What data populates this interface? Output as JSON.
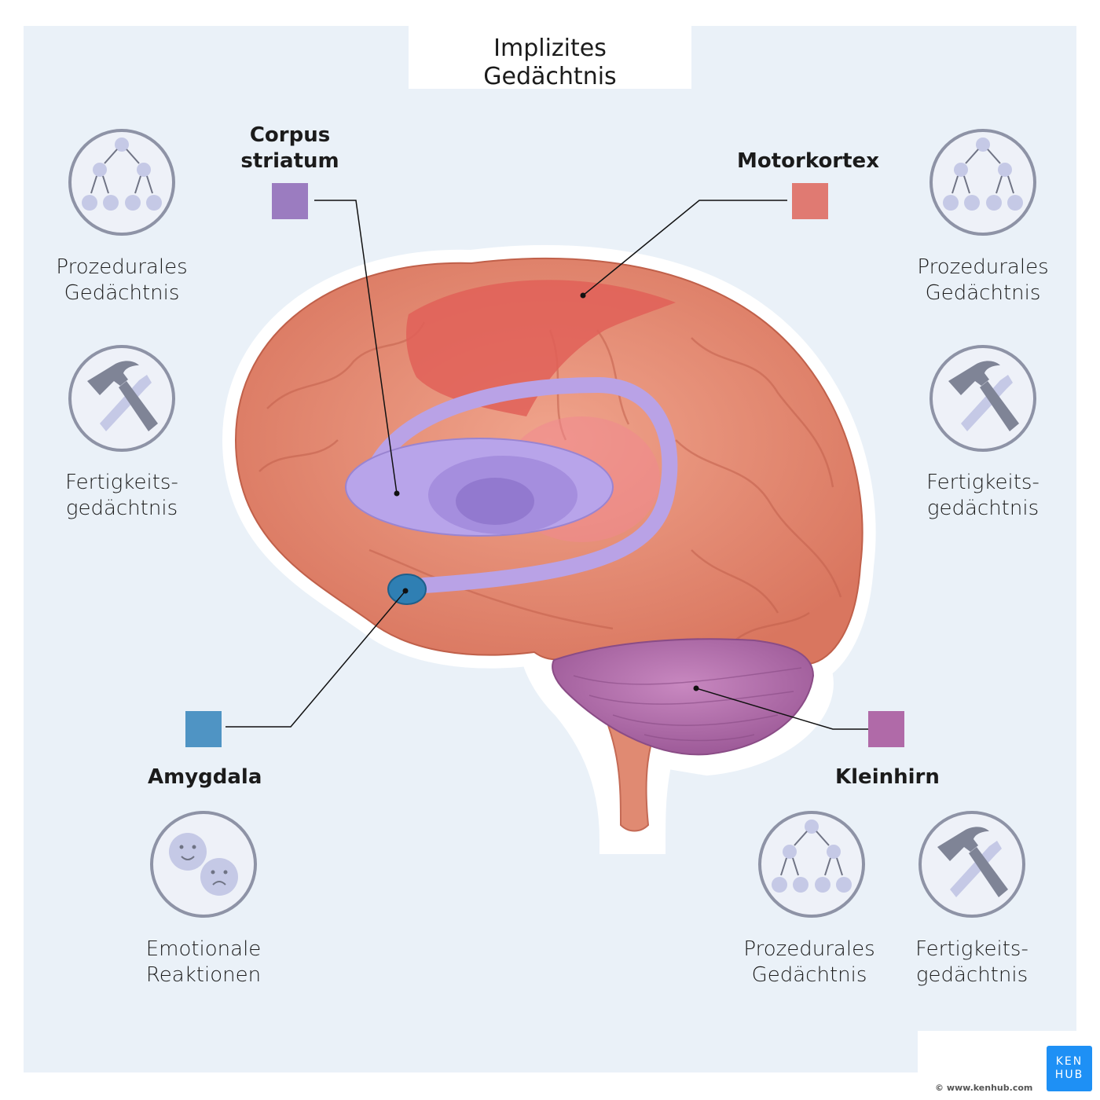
{
  "title": {
    "line1": "Implizites",
    "line2": "Gedächtnis"
  },
  "structures": {
    "corpus_striatum": {
      "line1": "Corpus",
      "line2": "striatum",
      "color": "#9b7cc0"
    },
    "motorkortex": {
      "label": "Motorkortex",
      "color": "#e07a72"
    },
    "amygdala": {
      "label": "Amygdala",
      "color": "#4f94c4"
    },
    "kleinhirn": {
      "label": "Kleinhirn",
      "color": "#b06aa8"
    }
  },
  "captions": {
    "prozedural": {
      "line1": "Prozedurales",
      "line2": "Gedächtnis"
    },
    "fertigkeit": {
      "line1": "Fertigkeits-",
      "line2": "gedächtnis"
    },
    "emotional": {
      "line1": "Emotionale",
      "line2": "Reaktionen"
    }
  },
  "icons": {
    "procedural": "hierarchy-tree-icon",
    "skill": "hammer-wrench-icon",
    "emotion": "happy-sad-faces-icon"
  },
  "logo": {
    "line1": "KEN",
    "line2": "HUB"
  },
  "copyright": "© www.kenhub.com"
}
